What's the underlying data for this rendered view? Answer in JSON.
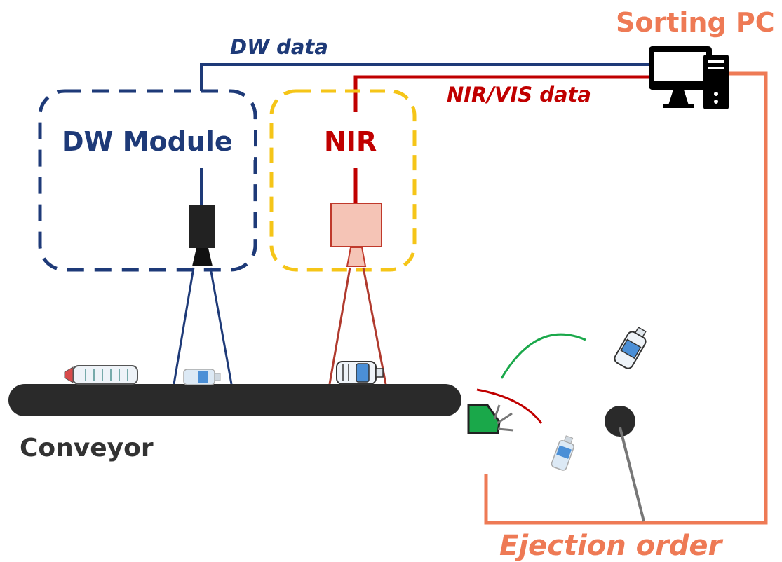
{
  "labels": {
    "sorting_pc": "Sorting PC",
    "dw_data": "DW data",
    "nir_vis_data": "NIR/VIS data",
    "dw_module": "DW Module",
    "nir": "NIR",
    "conveyor": "Conveyor",
    "ejection_order": "Ejection order"
  },
  "colors": {
    "dw_navy": "#1e3a78",
    "nir_red": "#c00000",
    "nir_box_yellow": "#f5c518",
    "sorting_orange": "#ee7a55",
    "eject_green": "#1aa84a",
    "conveyor_dark": "#2a2a2a",
    "nir_sensor_fill": "#f5c4b6"
  },
  "icons": {
    "sorting_pc": "desktop-computer-icon",
    "bottle": "plastic-bottle-icon"
  }
}
